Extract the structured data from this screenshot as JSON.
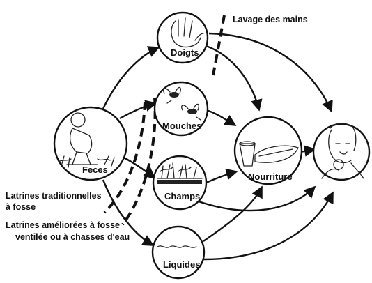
{
  "nodes": {
    "feces": "Feces",
    "doigts": "Doigts",
    "mouches": "Mouches",
    "champs": "Champs",
    "liquides": "Liquides",
    "nourriture": "Nourriture"
  },
  "barriers": {
    "lavage": "Lavage des mains",
    "latrines_trad_line1": "Latrines traditionnelles",
    "latrines_trad_line2": "à fosse",
    "latrines_amel_line1": "Latrines améliorées à fosse",
    "latrines_amel_line2": "ventilée ou à chasses d'eau"
  }
}
